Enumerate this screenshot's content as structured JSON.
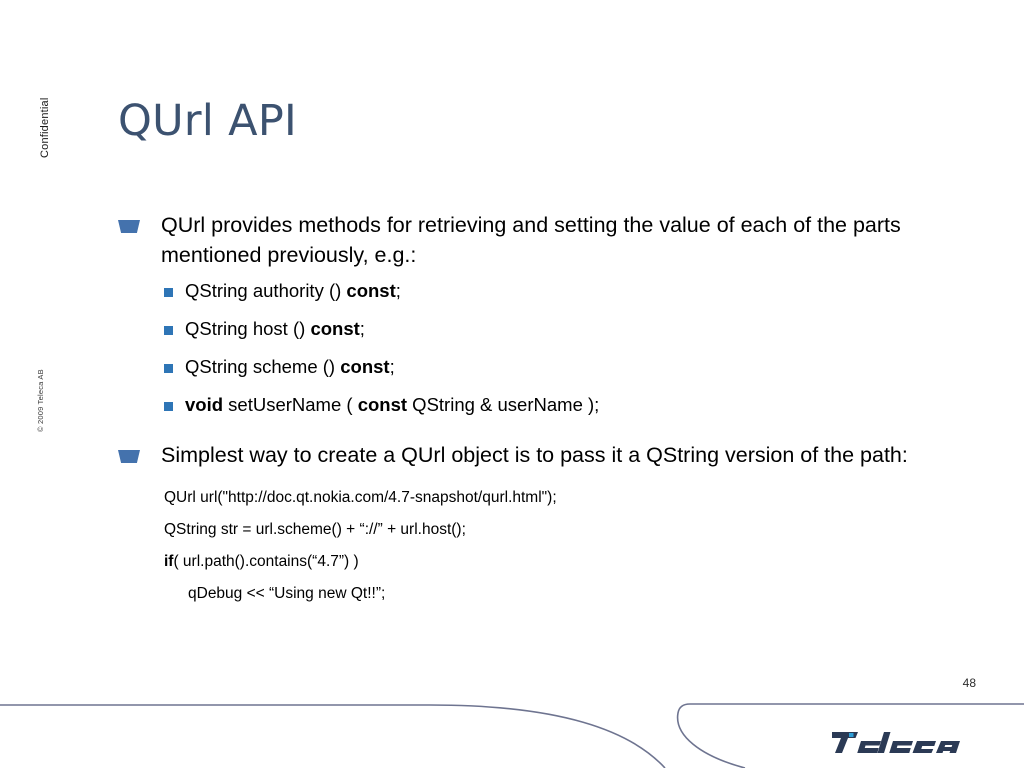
{
  "slide": {
    "title": "QUrl API",
    "page_number": "48",
    "confidential_label": "Confidential",
    "copyright": "© 2009 Teleca AB",
    "brand": "teleca"
  },
  "colors": {
    "title": "#3c5270",
    "bullet_level1": "#4472ad",
    "bullet_level2": "#2e75b6",
    "logo_accent": "#2e9fd8",
    "logo_dark": "#2b3a55",
    "rule": "#8d93a8",
    "body_text": "#000000"
  },
  "content": {
    "bullets": [
      {
        "level1_text": "QUrl provides methods for retrieving and setting the value of each of the parts mentioned previously, e.g.:",
        "sub_bullets": [
          {
            "html": "QString authority () <b>const</b>;"
          },
          {
            "html": "QString host () <b>const</b>;"
          },
          {
            "html": "QString scheme () <b>const</b>;"
          },
          {
            "html": "<b>void</b> setUserName ( <b>const</b> QString &amp; userName );"
          }
        ]
      },
      {
        "level1_text": "Simplest way to create a QUrl object is to pass it a QString version of the path:",
        "code_lines": [
          {
            "html": "QUrl url(\"http://doc.qt.nokia.com/4.7-snapshot/qurl.html\");",
            "indent": false
          },
          {
            "html": "QString str = url.scheme() + “://” + url.host();",
            "indent": false
          },
          {
            "html": "<b>if</b>( url.path().contains(“4.7”) )",
            "indent": false
          },
          {
            "html": "qDebug &lt;&lt; “Using new Qt!!”;",
            "indent": true
          }
        ]
      }
    ]
  }
}
